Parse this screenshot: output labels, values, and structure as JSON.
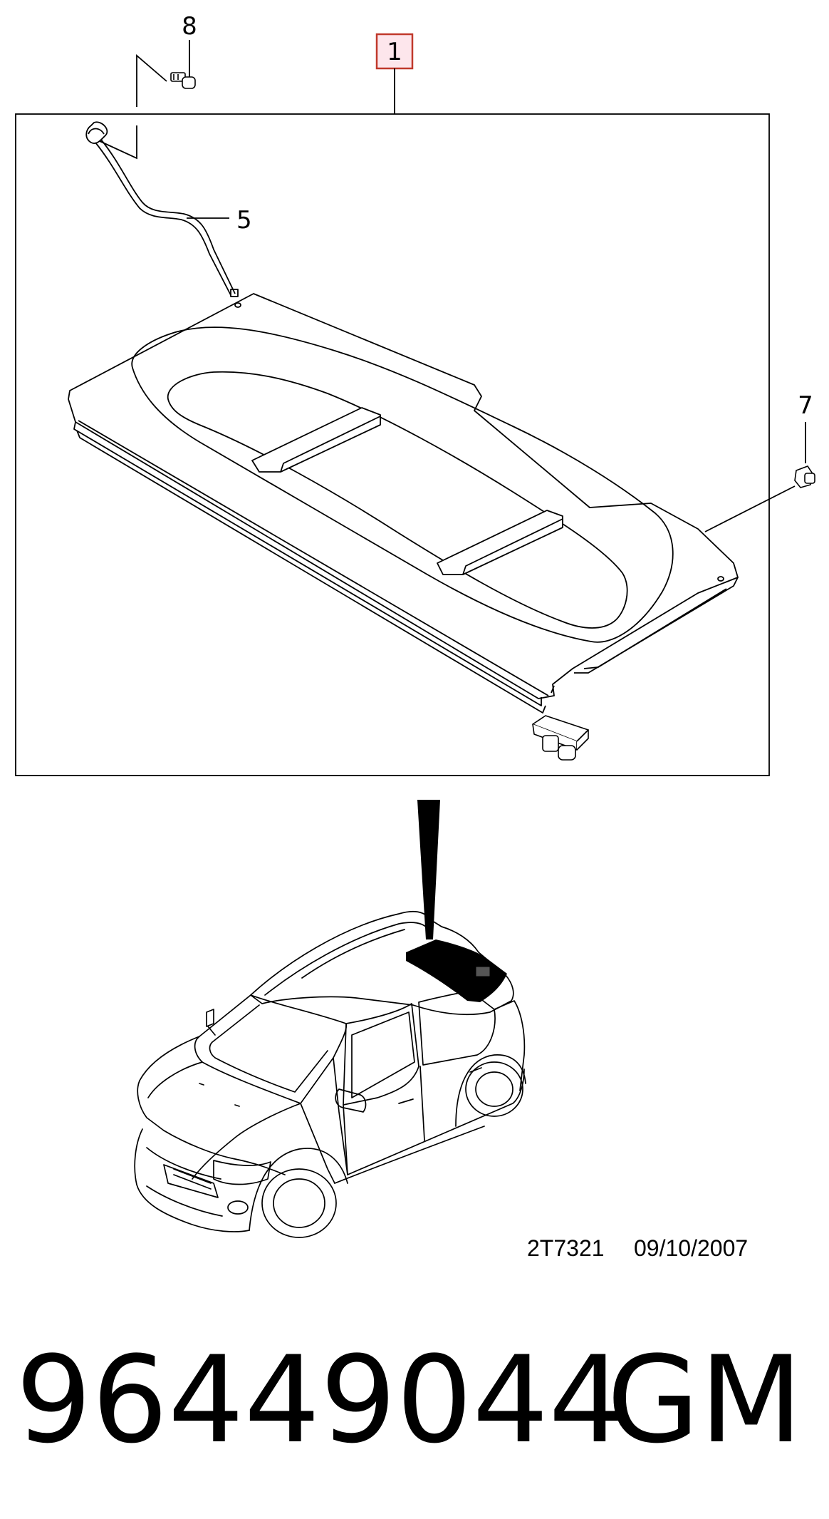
{
  "callouts": {
    "main_part": "1",
    "screw": "8",
    "strap": "5",
    "clip": "7"
  },
  "reference": {
    "code": "2T7321",
    "date": "09/10/2007"
  },
  "footer": {
    "part_number": "96449044",
    "brand": "GM"
  },
  "colors": {
    "callout_box_fill": "#fde6ec",
    "callout_box_stroke": "#c0392b",
    "line": "#000000",
    "highlight": "#000000"
  }
}
